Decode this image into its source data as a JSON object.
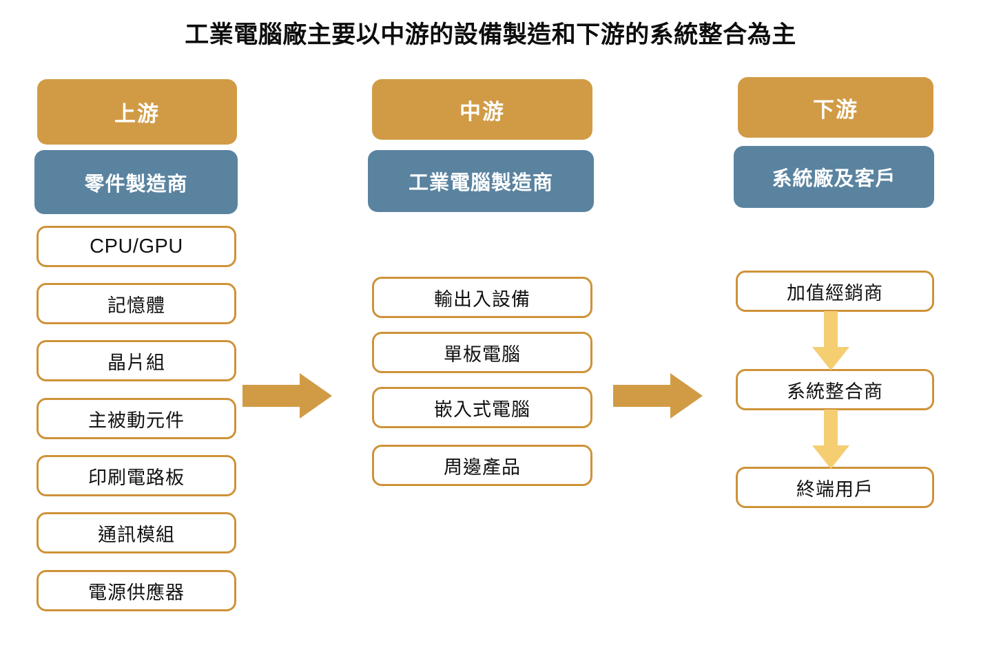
{
  "title": "工業電腦廠主要以中游的設備製造和下游的系統整合為主",
  "colors": {
    "stage_header_bg": "#d19b46",
    "role_header_bg": "#5a83a0",
    "item_border": "#ce9239",
    "item_bg": "#ffffff",
    "horizontal_arrow": "#d19b46",
    "vertical_arrow": "#f5ce72",
    "text": "#111111",
    "header_text": "#ffffff",
    "page_bg": "#ffffff"
  },
  "columns": [
    {
      "id": "upstream",
      "stage_label": "上游",
      "role_label": "零件製造商",
      "items": [
        {
          "label": "CPU/GPU",
          "script": "latin"
        },
        {
          "label": "記憶體",
          "script": "han"
        },
        {
          "label": "晶片組",
          "script": "han"
        },
        {
          "label": "主被動元件",
          "script": "han"
        },
        {
          "label": "印刷電路板",
          "script": "han"
        },
        {
          "label": "通訊模組",
          "script": "han"
        },
        {
          "label": "電源供應器",
          "script": "han"
        }
      ]
    },
    {
      "id": "midstream",
      "stage_label": "中游",
      "role_label": "工業電腦製造商",
      "items": [
        {
          "label": "輸出入設備",
          "script": "han"
        },
        {
          "label": "單板電腦",
          "script": "han"
        },
        {
          "label": "嵌入式電腦",
          "script": "han"
        },
        {
          "label": "周邊產品",
          "script": "han"
        }
      ]
    },
    {
      "id": "downstream",
      "stage_label": "下游",
      "role_label": "系統廠及客戶",
      "items": [
        {
          "label": "加值經銷商",
          "script": "han"
        },
        {
          "label": "系統整合商",
          "script": "han"
        },
        {
          "label": "終端用戶",
          "script": "han"
        }
      ]
    }
  ],
  "flow_arrows": {
    "upstream_to_midstream": {
      "direction": "right",
      "icon": "arrow-right-icon"
    },
    "midstream_to_downstream": {
      "direction": "right",
      "icon": "arrow-right-icon"
    },
    "vad_to_si": {
      "direction": "down",
      "icon": "arrow-down-icon"
    },
    "si_to_enduser": {
      "direction": "down",
      "icon": "arrow-down-icon"
    }
  }
}
